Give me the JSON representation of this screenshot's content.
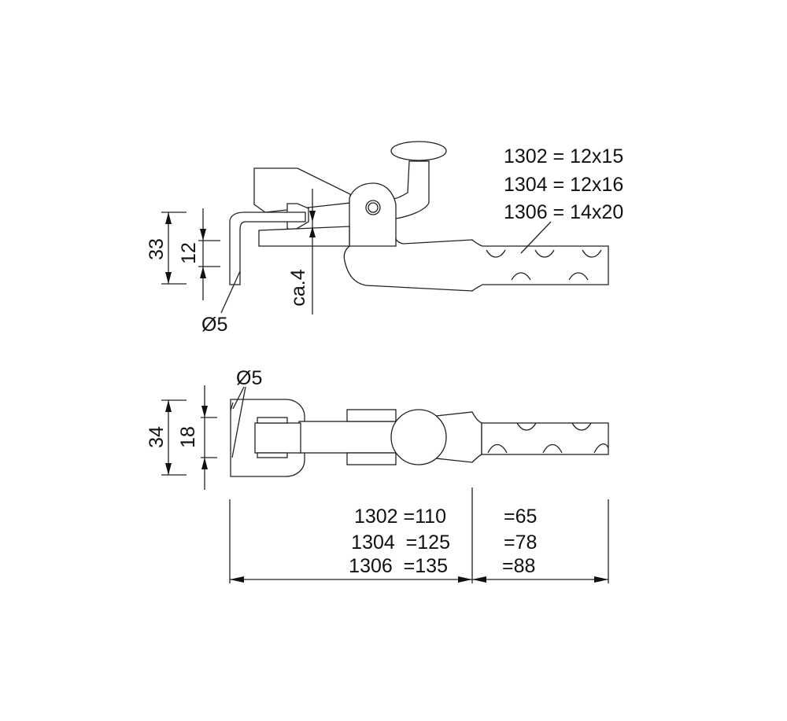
{
  "side_view": {
    "dim_33": "33",
    "dim_12": "12",
    "dim_ca4": "ca.4",
    "dim_wire": "Ø5",
    "sizes": [
      "1302 = 12x15",
      "1304 = 12x16",
      "1306 = 14x20"
    ]
  },
  "top_view": {
    "dim_34": "34",
    "dim_18": "18",
    "dim_wire": "Ø5",
    "lengths_left": [
      "1302 =110",
      "1304  =125",
      "1306  =135"
    ],
    "lengths_right": [
      "=65",
      "=78",
      "=88"
    ]
  }
}
